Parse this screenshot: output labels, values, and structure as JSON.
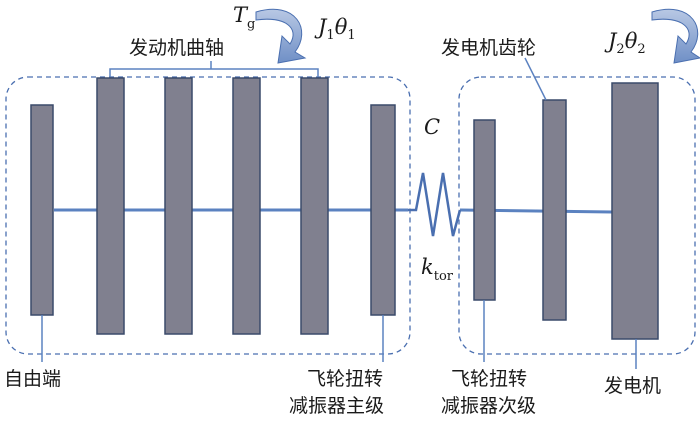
{
  "labels": {
    "crankshaft": "发动机曲轴",
    "free_end": "自由端",
    "damper_primary_line1": "飞轮扭转",
    "damper_primary_line2": "减振器主级",
    "damper_secondary_line1": "飞轮扭转",
    "damper_secondary_line2": "减振器次级",
    "generator_gear": "发电机齿轮",
    "generator": "发电机"
  },
  "symbols": {
    "torque_main": "T",
    "torque_sub": "g",
    "engine_J": "J",
    "engine_J_sub": "1",
    "engine_theta": "θ",
    "engine_theta_sub": "1",
    "gen_J": "J",
    "gen_J_sub": "2",
    "gen_theta": "θ",
    "gen_theta_sub": "2",
    "damping": "C",
    "stiffness_main": "k",
    "stiffness_sub": "tor"
  },
  "colors": {
    "disk_fill": "#80808f",
    "shaft": "#5b82c0",
    "dashed_box": "#4a6fb0",
    "torque_arrow": "#4a6fb0"
  }
}
